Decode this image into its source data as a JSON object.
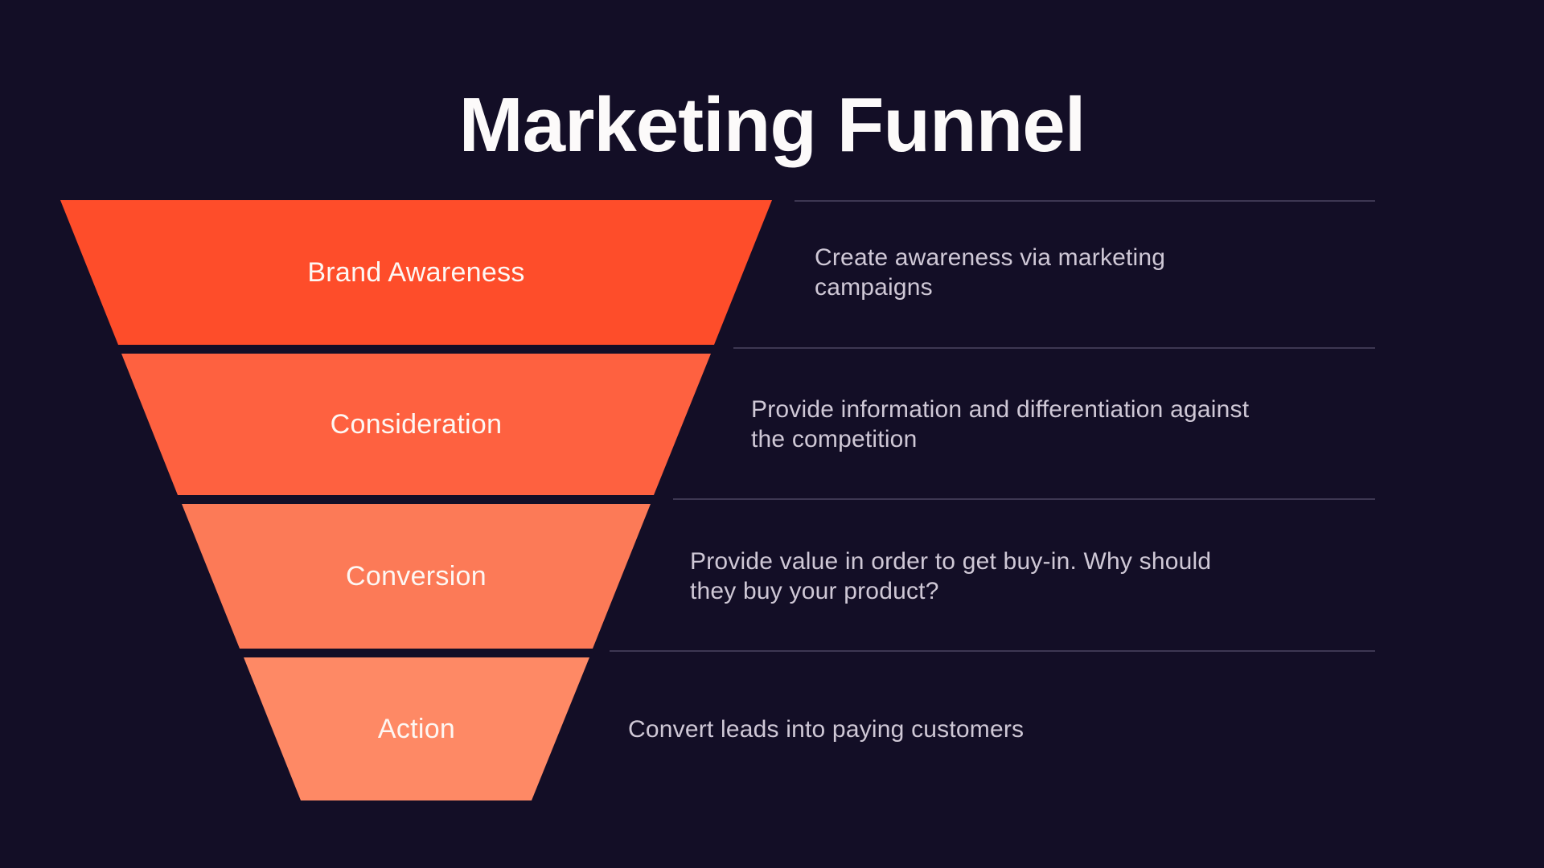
{
  "title": "Marketing Funnel",
  "theme": {
    "background": "#130e26",
    "divider_color": "#3d3752",
    "title_color": "#fcfafa",
    "stage_label_color": "#fdf7f3",
    "description_color": "#cfc8d6"
  },
  "funnel": {
    "stages": [
      {
        "label": "Brand Awareness",
        "color": "#fe4d2a",
        "description": "Create awareness via marketing\ncampaigns"
      },
      {
        "label": "Consideration",
        "color": "#fe6140",
        "description": "Provide information and differentiation against\nthe competition"
      },
      {
        "label": "Conversion",
        "color": "#fc7a57",
        "description": "Provide value in order to get buy-in. Why should\nthey buy your product?"
      },
      {
        "label": "Action",
        "color": "#fe8965",
        "description": "Convert leads into paying customers"
      }
    ]
  }
}
